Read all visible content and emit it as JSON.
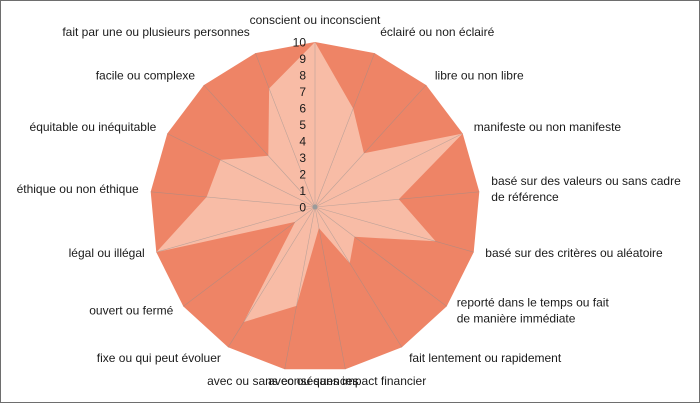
{
  "chart_data": {
    "type": "radar",
    "title": "",
    "rlim": [
      0,
      10
    ],
    "ticks": [
      "0",
      "1",
      "2",
      "3",
      "4",
      "5",
      "6",
      "7",
      "8",
      "9",
      "10"
    ],
    "grid": true,
    "colors": {
      "outer_fill": "#ee8466",
      "inner_fill": "#f8bca6",
      "grid": "#8e8e8e"
    },
    "categories": [
      {
        "lines": [
          "conscient ou inconscient"
        ]
      },
      {
        "lines": [
          "éclairé ou non éclairé"
        ]
      },
      {
        "lines": [
          "libre ou non libre"
        ]
      },
      {
        "lines": [
          "manifeste ou non manifeste"
        ]
      },
      {
        "lines": [
          "basé sur des valeurs ou sans cadre",
          "de référence"
        ]
      },
      {
        "lines": [
          "basé sur des critères ou aléatoire"
        ]
      },
      {
        "lines": [
          "reporté dans le temps ou fait",
          "de manière immédiate"
        ]
      },
      {
        "lines": [
          "fait lentement ou rapidement"
        ]
      },
      {
        "lines": [
          "avec ou sans impact financier"
        ]
      },
      {
        "lines": [
          "avec ou sans conséquences"
        ]
      },
      {
        "lines": [
          "fixe ou qui peut évoluer"
        ]
      },
      {
        "lines": [
          "ouvert ou fermé"
        ]
      },
      {
        "lines": [
          "légal ou illégal"
        ]
      },
      {
        "lines": [
          "éthique ou non éthique"
        ]
      },
      {
        "lines": [
          "équitable ou inéquitable"
        ]
      },
      {
        "lines": [
          "facile ou complexe"
        ]
      },
      {
        "lines": [
          "fait par une ou plusieurs personnes"
        ]
      }
    ],
    "series": [
      {
        "values": [
          10,
          10,
          10,
          10,
          10,
          10,
          10,
          10,
          10,
          10,
          10,
          10,
          10,
          10,
          10,
          10,
          10
        ]
      },
      {
        "values": [
          10,
          6.4,
          4.4,
          10,
          5.1,
          7.6,
          3,
          4,
          1.3,
          6.1,
          8.2,
          1.5,
          10,
          6.6,
          6.4,
          4.2,
          7.7
        ]
      }
    ]
  }
}
